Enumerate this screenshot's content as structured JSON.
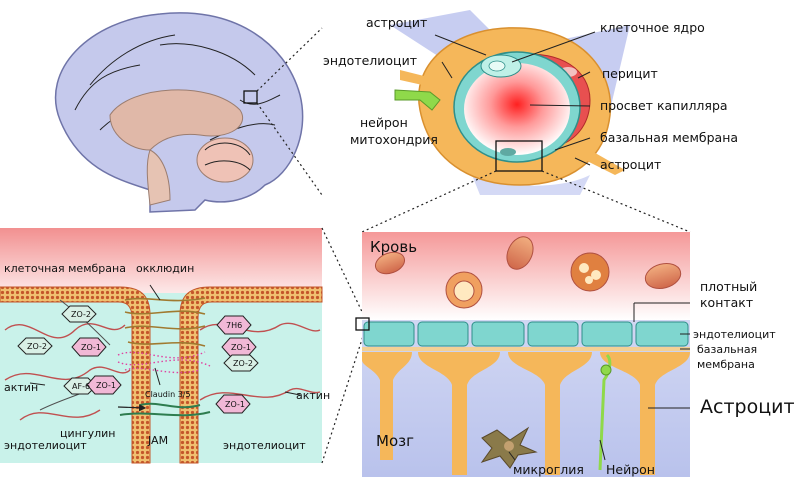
{
  "capillary": {
    "astrocyte_top": "астроцит",
    "endotheliocyte": "эндотелиоцит",
    "neuron": "нейрон",
    "mitochondrion": "митохондрия",
    "cell_nucleus": "клеточное ядро",
    "pericyte": "перицит",
    "capillary_lumen": "просвет капилляра",
    "basement_membrane": "базальная мембрана",
    "astrocyte_bottom": "астроцит"
  },
  "junction": {
    "cell_membrane": "клеточная мембрана",
    "occludin": "окклюдин",
    "proteins": {
      "zo2_top": "ZO-2",
      "zo1_left": "ZO-1",
      "zo2_left": "ZO-2",
      "af6": "AF-6",
      "zo1_mid": "ZO-1",
      "h7": "7H6",
      "zo1_right": "ZO-1",
      "zo2_right": "ZO-2",
      "zo1_low": "ZO-1"
    },
    "actin_left": "актин",
    "actin_right": "актин",
    "claudin": "Claudin 3/5",
    "cingulin": "цингулин",
    "jam": "JAM",
    "endo_left": "эндотелиоцит",
    "endo_right": "эндотелиоцит"
  },
  "bbb": {
    "blood": "Кровь",
    "tight_junction_1": "плотный",
    "tight_junction_2": "контакт",
    "endotheliocyte": "эндотелиоцит",
    "basement_1": "базальная",
    "basement_2": "мембрана",
    "astrocyte": "Астроцит",
    "brain": "Мозг",
    "microglia": "микроглия",
    "neuron": "Нейрон"
  },
  "colors": {
    "astrocyte": "#f5b75a",
    "endothelium": "#7fd6cf",
    "blood": "#f48f8f",
    "brain_bg": "#c8cff0",
    "membrane": "#c4562a"
  }
}
